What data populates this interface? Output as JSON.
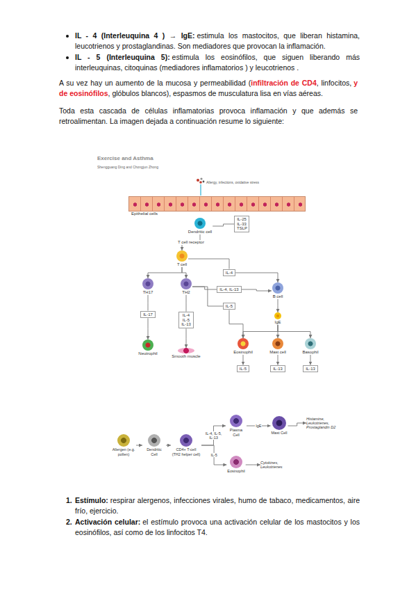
{
  "diagram": {
    "nodes": [
      {
        "text": [
          "Epithelial cells"
        ]
      },
      {
        "text": [
          "Dendritic cell"
        ]
      },
      {
        "text": [
          "IL-25 IL-33 TSLP"
        ]
      },
      {
        "text": [
          "T cell"
        ]
      },
      {
        "text": [
          "TH17"
        ]
      },
      {
        "text": [
          "TH2"
        ]
      },
      {
        "text": [
          "IL-4"
        ]
      },
      {
        "text": [
          "IL-4, IL-13"
        ]
      },
      {
        "text": [
          "B cell"
        ]
      },
      {
        "text": [
          "IL-5"
        ]
      },
      {
        "text": [
          "IL-17"
        ]
      },
      {
        "text": [
          "IL-4 IL-5 IL-13"
        ]
      },
      {
        "text": [
          "Neutrophil"
        ]
      },
      {
        "text": [
          "Smooth muscle"
        ]
      },
      {
        "text": [
          "IgE"
        ]
      },
      {
        "text": [
          "Eosinophil"
        ]
      },
      {
        "text": [
          "Mast cell"
        ]
      },
      {
        "text": [
          "Basophil"
        ]
      },
      {
        "text": [
          "IL-5"
        ]
      },
      {
        "text": [
          "IL-13"
        ]
      },
      {
        "text": [
          "IL-13"
        ]
      },
      {
        "text": [
          "Allergen (e.g. pollen)"
        ]
      },
      {
        "text": [
          "Dendritic Cell"
        ]
      },
      {
        "text": [
          "CD4+ T-cell (TH2 helper cell)"
        ]
      },
      {
        "text": [
          "Plasma Cell"
        ]
      },
      {
        "text": [
          "Mast Cell"
        ]
      },
      {
        "text": [
          "Histamine, Leukotrienes, Prostaglandin D2"
        ]
      },
      {
        "text": [
          "Eosinophil"
        ]
      },
      {
        "text": [
          "Cytokines, Leukotrienes"
        ]
      }
    ],
    "edges": [
      {
        "from": 1,
        "to": 3,
        "arrow": "to",
        "label": "T cell receptor"
      },
      {
        "from": 1,
        "to": 2,
        "arrow": "none"
      },
      {
        "from": 3,
        "to": 4,
        "arrow": "to"
      },
      {
        "from": 3,
        "to": 5,
        "arrow": "to"
      },
      {
        "from": 3,
        "to": 6,
        "arrow": "none"
      },
      {
        "from": 6,
        "to": 8,
        "arrow": "to"
      },
      {
        "from": 5,
        "to": 7,
        "arrow": "none"
      },
      {
        "from": 7,
        "to": 8,
        "arrow": "to"
      },
      {
        "from": 5,
        "to": 9,
        "arrow": "none"
      },
      {
        "from": 9,
        "to": 15,
        "arrow": "to"
      },
      {
        "from": 4,
        "to": 10,
        "arrow": "none"
      },
      {
        "from": 10,
        "to": 12,
        "arrow": "to"
      },
      {
        "from": 5,
        "to": 11,
        "arrow": "none"
      },
      {
        "from": 11,
        "to": 13,
        "arrow": "to"
      },
      {
        "from": 8,
        "to": 14,
        "arrow": "to"
      },
      {
        "from": 14,
        "to": 15,
        "arrow": "to"
      },
      {
        "from": 14,
        "to": 16,
        "arrow": "to"
      },
      {
        "from": 14,
        "to": 17,
        "arrow": "to"
      },
      {
        "from": 15,
        "to": 18,
        "arrow": "to"
      },
      {
        "from": 16,
        "to": 19,
        "arrow": "to"
      },
      {
        "from": 17,
        "to": 20,
        "arrow": "to"
      },
      {
        "from": 21,
        "to": 22,
        "arrow": "to"
      },
      {
        "from": 22,
        "to": 23,
        "arrow": "to"
      },
      {
        "from": 23,
        "to": 24,
        "arrow": "to",
        "label": "IL-4, IL-5, IL-13"
      },
      {
        "from": 23,
        "to": 27,
        "arrow": "to",
        "label": "IL-5"
      },
      {
        "from": 24,
        "to": 25,
        "arrow": "to",
        "label": "IgE"
      },
      {
        "from": 25,
        "to": 26,
        "arrow": "to"
      },
      {
        "from": 27,
        "to": 28,
        "arrow": "to"
      }
    ],
    "labels": [
      "IL - 4 (Interleuquina 4 ) → IgE:",
      "estimula los mastocitos, que liberan histamina, leucotrienos y prostaglandinas. Son mediadores que provocan la inflamación.",
      "IL - 5 (Interleuquina 5):",
      "estimula los eosinófilos, que siguen liberando más interleuquinas, citoquinas (mediadores inflamatorios ) y leucotrienos .",
      "A su vez hay un aumento de la mucosa y permeabilidad (",
      "infiltración de CD4",
      ", linfocitos,",
      "y de eosinófilos",
      ", glóbulos blancos), espasmos de musculatura lisa en vías aéreas.",
      "Toda esta cascada de células inflamatorias provoca inflamación y que además se retroalimentan. La imagen dejada a continuación resume lo siguiente:",
      "Exercise and Asthma",
      "Shengguang Ding and Chongjun Zhong",
      "Allergy, infections, oxidative stress",
      "1.",
      "Estímulo:",
      "respirar alergenos, infecciones virales, humo de tabaco, medicamentos, aire frío, ejercicio.",
      "2.",
      "Activación celular:",
      "el estímulo provoca una activación celular de los mastocitos y los eosinófilos, así como de los linfocitos T4."
    ]
  }
}
